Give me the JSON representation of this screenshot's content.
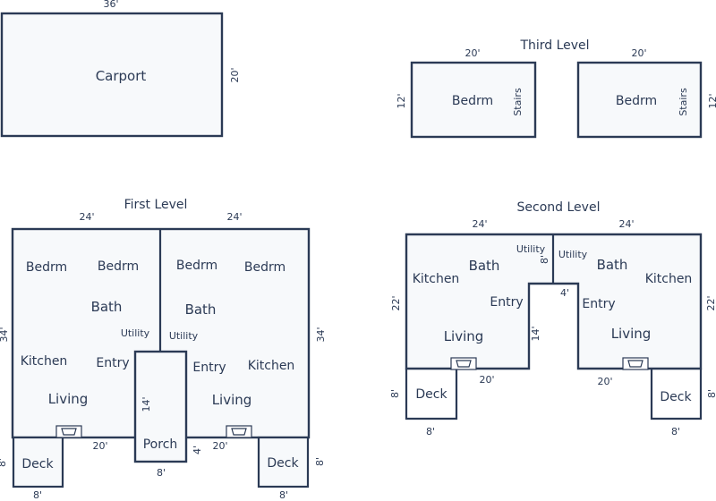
{
  "carport": {
    "label": "Carport",
    "width": "36'",
    "depth": "20'"
  },
  "third_level": {
    "title": "Third Level",
    "left": {
      "width": "20'",
      "depth": "12'",
      "room": "Bedrm",
      "stairs": "Stairs"
    },
    "right": {
      "width": "20'",
      "depth": "12'",
      "room": "Bedrm",
      "stairs": "Stairs"
    }
  },
  "first_level": {
    "title": "First Level",
    "left": {
      "width": "24'",
      "depth": "34'",
      "bedrm1": "Bedrm",
      "bedrm2": "Bedrm",
      "bath": "Bath",
      "utility": "Utility",
      "kitchen": "Kitchen",
      "entry": "Entry",
      "living": "Living",
      "bottom_width": "20'",
      "deck": "Deck",
      "deck_width": "8'",
      "deck_depth": "8'"
    },
    "right": {
      "width": "24'",
      "depth": "34'",
      "bedrm1": "Bedrm",
      "bedrm2": "Bedrm",
      "bath": "Bath",
      "utility": "Utility",
      "kitchen": "Kitchen",
      "entry": "Entry",
      "living": "Living",
      "bottom_width": "20'",
      "deck": "Deck",
      "deck_width": "8'",
      "deck_depth": "8'",
      "notch": "4'"
    },
    "porch": {
      "label": "Porch",
      "depth": "14'",
      "width": "8'"
    }
  },
  "second_level": {
    "title": "Second Level",
    "left": {
      "width": "24'",
      "depth": "22'",
      "utility": "Utility",
      "bath": "Bath",
      "kitchen": "Kitchen",
      "entry": "Entry",
      "living": "Living",
      "bottom_width": "20'",
      "deck": "Deck",
      "deck_depth": "8'",
      "deck_width": "8'",
      "gap_depth": "14'",
      "utility_dim": "8'"
    },
    "right": {
      "width": "24'",
      "depth": "22'",
      "utility": "Utility",
      "bath": "Bath",
      "kitchen": "Kitchen",
      "entry": "Entry",
      "living": "Living",
      "bottom_width": "20'",
      "deck": "Deck",
      "deck_depth": "8'",
      "deck_width": "8'",
      "gap_width": "4'"
    }
  }
}
